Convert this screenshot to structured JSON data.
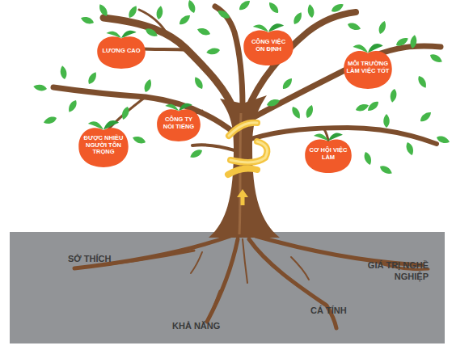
{
  "diagram": {
    "nodes": [
      {
        "text": [
          "LƯƠNG CAO"
        ]
      },
      {
        "text": [
          "CÔNG VIỆC ỔN ĐỊNH"
        ]
      },
      {
        "text": [
          "MÔI TRƯỜNG LÀM VIỆC TỐT"
        ]
      },
      {
        "text": [
          "CÔNG TY NỔI TIẾNG"
        ]
      },
      {
        "text": [
          "ĐƯỢC NHIỀU NGƯỜI TÔN TRỌNG"
        ]
      },
      {
        "text": [
          "CƠ HỘI VIỆC LÀM"
        ]
      }
    ],
    "labels": [
      "SỞ THÍCH",
      "GIÁ TRỊ NGHỀ NGHIỆP",
      "CÁ TÍNH",
      "KHẢ NĂNG"
    ]
  }
}
